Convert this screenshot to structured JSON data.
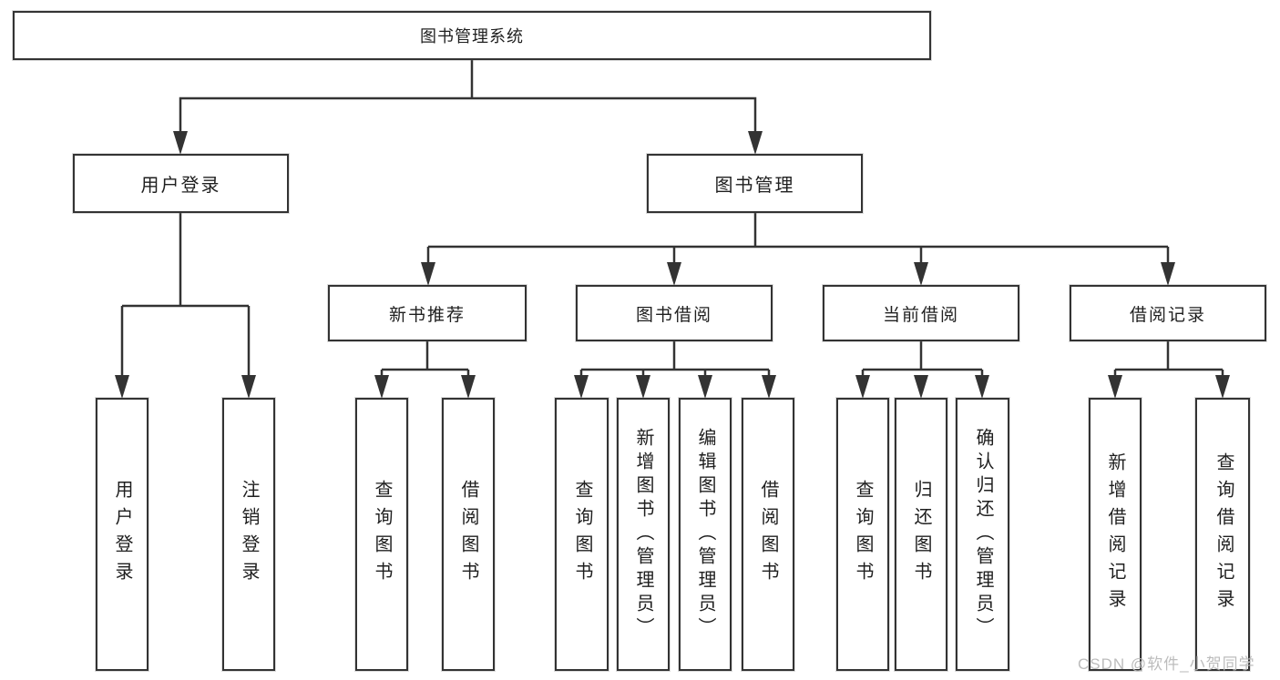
{
  "diagram": {
    "root": {
      "label": "图书管理系统"
    },
    "branches": [
      {
        "label": "用户登录"
      },
      {
        "label": "图书管理"
      }
    ],
    "sections": [
      {
        "label": "新书推荐"
      },
      {
        "label": "图书借阅"
      },
      {
        "label": "当前借阅"
      },
      {
        "label": "借阅记录"
      }
    ],
    "leaves": [
      {
        "label": "用户登录"
      },
      {
        "label": "注销登录"
      },
      {
        "label": "查询图书"
      },
      {
        "label": "借阅图书"
      },
      {
        "label": "查询图书"
      },
      {
        "label": "新增图书（管理员）"
      },
      {
        "label": "编辑图书（管理员）"
      },
      {
        "label": "借阅图书"
      },
      {
        "label": "查询图书"
      },
      {
        "label": "归还图书"
      },
      {
        "label": "确认归还（管理员）"
      },
      {
        "label": "新增借阅记录"
      },
      {
        "label": "查询借阅记录"
      }
    ],
    "watermark": "CSDN @软件_小贺同学",
    "colors": {
      "line": "#333333",
      "text": "#1f1f1f",
      "background": "#ffffff",
      "watermark": "#b9b9b9"
    }
  }
}
